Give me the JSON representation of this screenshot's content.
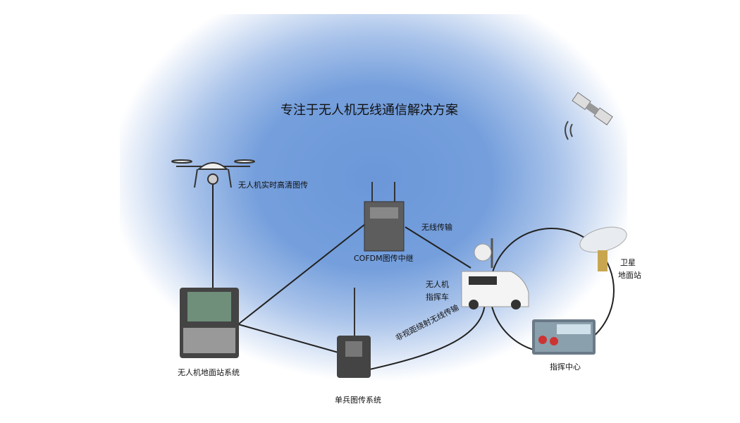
{
  "title": "专注于无人机无线通信解决方案",
  "nodes": {
    "drone": "无人机实时高清图传",
    "relay": "COFDM图传中继",
    "ground_station": "无人机地面站系统",
    "soldier": "单兵图传系统",
    "vehicle_line1": "无人机",
    "vehicle_line2": "指挥车",
    "sat_station_line1": "卫星",
    "sat_station_line2": "地面站",
    "command_center": "指挥中心"
  },
  "links": {
    "wireless": "无线传输",
    "nlos": "非视距绕射无线传输"
  }
}
